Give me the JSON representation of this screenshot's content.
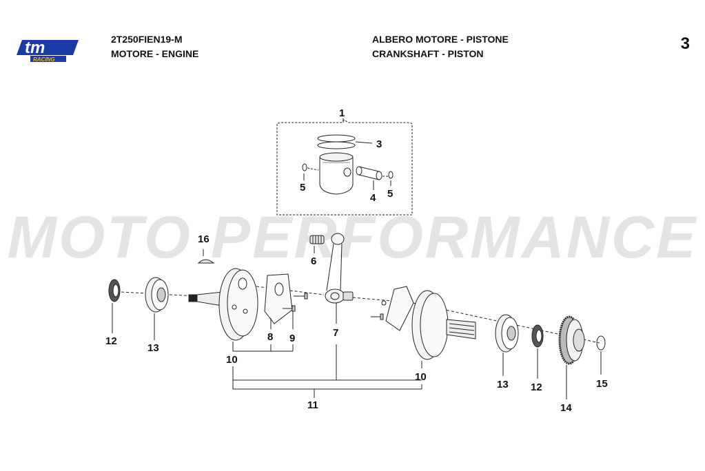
{
  "brand": {
    "logo_text": "tm",
    "logo_sub": "RACING",
    "logo_color": "#1a3aa8",
    "logo_accent": "#f2c200"
  },
  "header": {
    "model_code": "2T250FIEN19-M",
    "group_it_en": "MOTORE - ENGINE",
    "title_it": "ALBERO MOTORE - PISTONE",
    "title_en": "CRANKSHAFT - PISTON",
    "page_number": "3"
  },
  "watermark": "MOTO PERFORMANCE",
  "callouts": {
    "c1": "1",
    "c3": "3",
    "c4": "4",
    "c5a": "5",
    "c5b": "5",
    "c6": "6",
    "c7": "7",
    "c8": "8",
    "c9": "9",
    "c10a": "10",
    "c10b": "10",
    "c11": "11",
    "c12a": "12",
    "c12b": "12",
    "c13a": "13",
    "c13b": "13",
    "c14": "14",
    "c15": "15",
    "c16": "16"
  }
}
